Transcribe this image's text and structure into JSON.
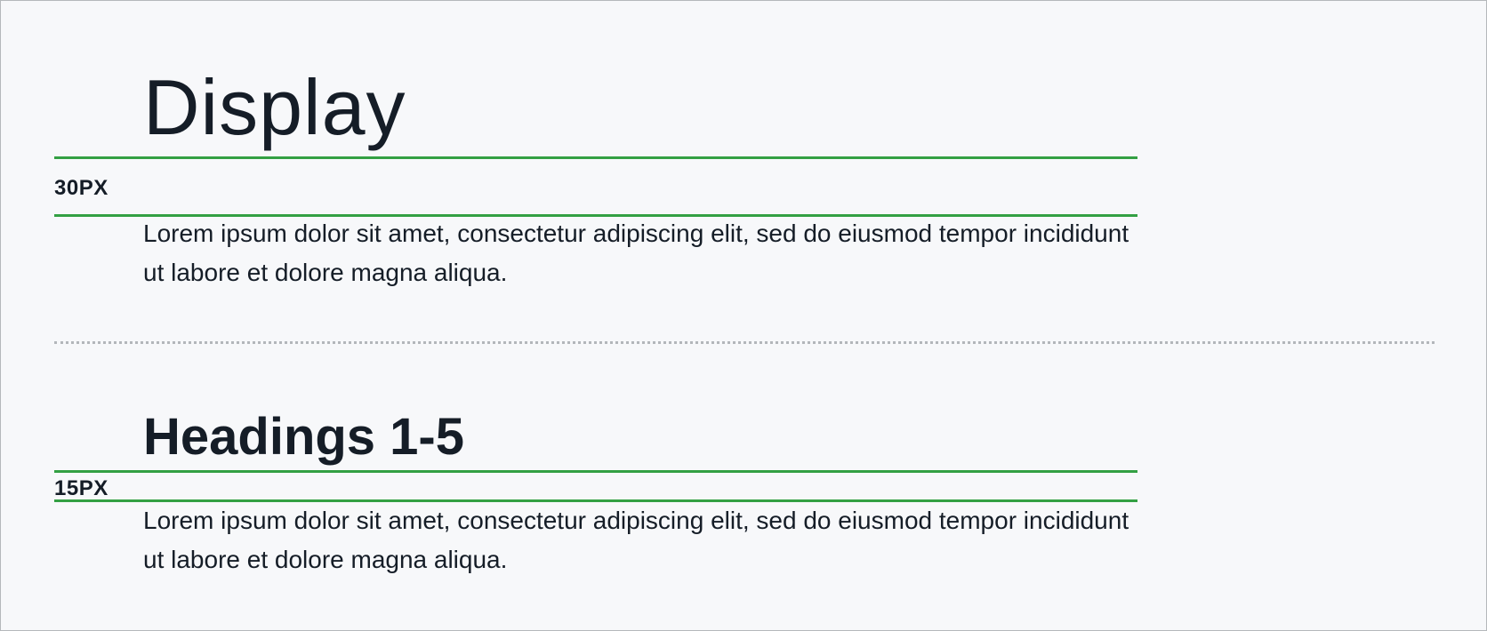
{
  "display_section": {
    "title": "Display",
    "spacing_label": "30PX",
    "body": "Lorem ipsum dolor sit amet, consectetur adipiscing elit, sed do eiusmod tempor incididunt ut labore et dolore magna aliqua."
  },
  "headings_section": {
    "title": "Headings 1-5",
    "spacing_label": "15PX",
    "body": "Lorem ipsum dolor sit amet, consectetur adipiscing elit, sed do eiusmod tempor incididunt ut labore et dolore magna aliqua."
  },
  "colors": {
    "spacing_guide": "#33a043",
    "text": "#151d27",
    "background": "#f7f8fa",
    "divider": "#b3b6ba"
  }
}
